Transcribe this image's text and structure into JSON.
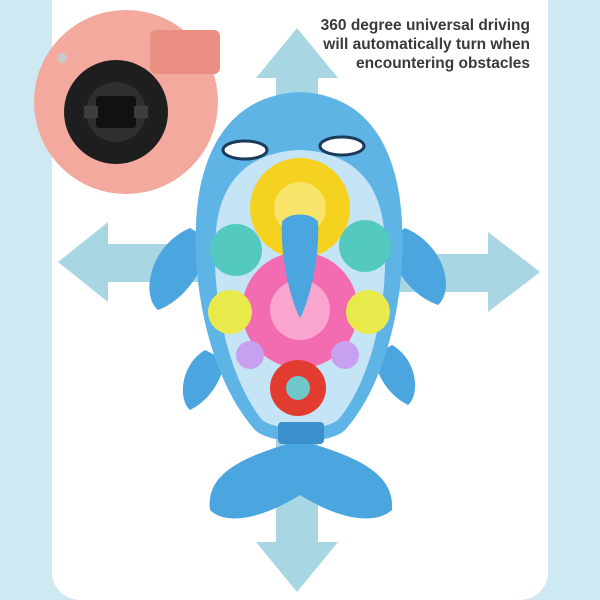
{
  "caption": {
    "line1": "360 degree universal driving",
    "line2": "will automatically turn when",
    "line3": "encountering obstacles"
  },
  "colors": {
    "background": "#cfe9f3",
    "panel": "#ffffff",
    "arrow": "#a8d6e3",
    "dolphin": "#4ba6e0",
    "inset": "#f3a99e"
  },
  "icons": {
    "arrows": [
      "arrow-up-icon",
      "arrow-down-icon",
      "arrow-left-icon",
      "arrow-right-icon"
    ]
  }
}
